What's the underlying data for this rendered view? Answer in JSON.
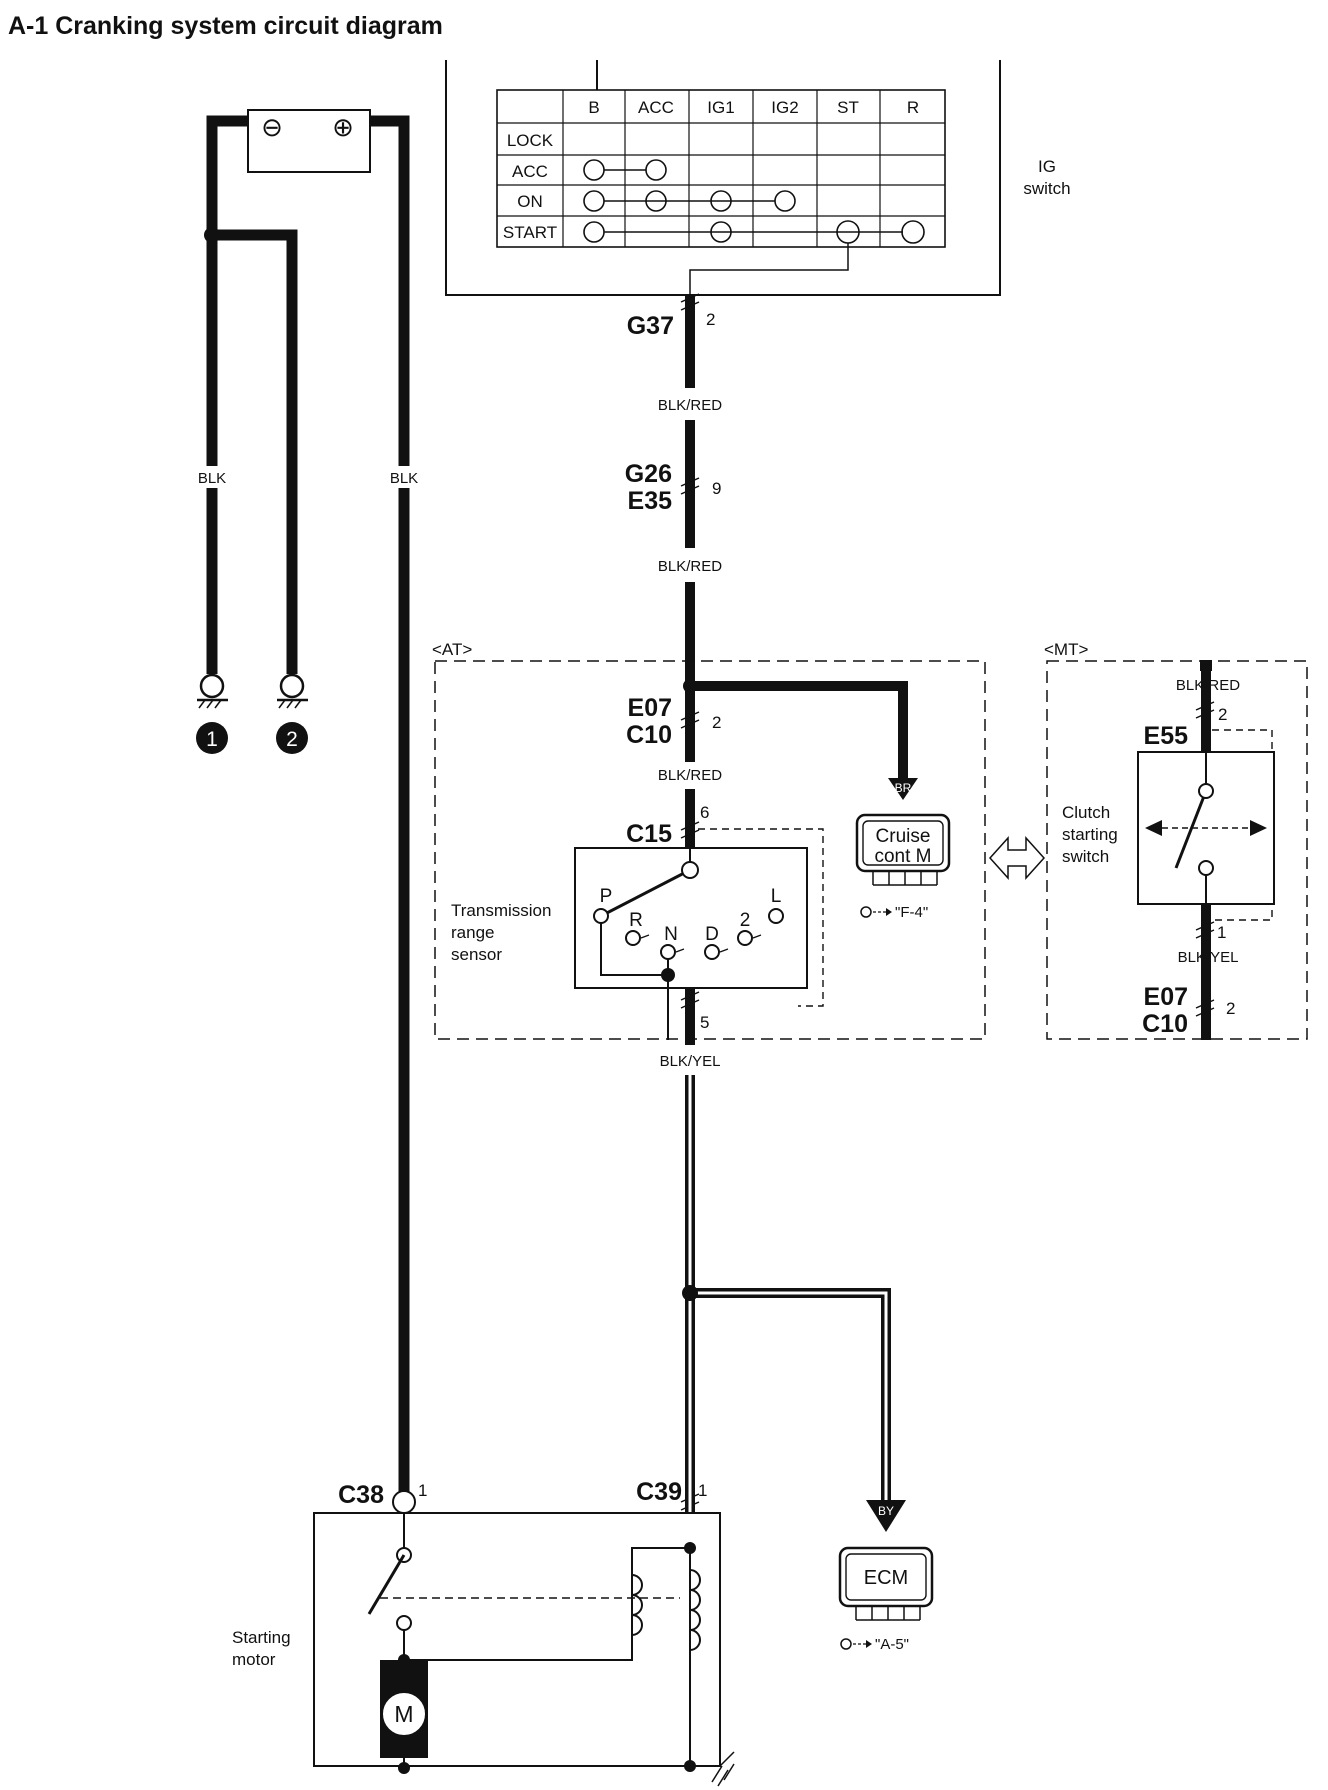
{
  "title": "A-1 Cranking system circuit diagram",
  "ig_switch": {
    "label": [
      "IG",
      "switch"
    ],
    "columns": [
      "B",
      "ACC",
      "IG1",
      "IG2",
      "ST",
      "R"
    ],
    "rows": [
      "LOCK",
      "ACC",
      "ON",
      "START"
    ]
  },
  "connectors": {
    "g37": "G37",
    "g26": "G26",
    "e35": "E35",
    "e07": "E07",
    "c10": "C10",
    "c15": "C15",
    "e55": "E55",
    "e07_mt": "E07",
    "c10_mt": "C10",
    "c38": "C38",
    "c39": "C39"
  },
  "pins": {
    "g37": "2",
    "g26": "9",
    "e07": "2",
    "c15_top": "6",
    "c15_bottom": "5",
    "e55_top": "2",
    "e55_bottom": "1",
    "e07_mt": "2",
    "c38": "1",
    "c39": "1"
  },
  "wires": {
    "blk_left": "BLK",
    "blk_right": "BLK",
    "blk_red_1": "BLK/RED",
    "blk_red_2": "BLK/RED",
    "blk_red_3": "BLK/RED",
    "blk_red_mt": "BLK/RED",
    "blk_yel_mt": "BLK/YEL",
    "blk_yel": "BLK/YEL",
    "br": "BR",
    "by": "BY"
  },
  "groups": {
    "at": "<AT>",
    "mt": "<MT>"
  },
  "components": {
    "transmission_range_sensor": [
      "Transmission",
      "range",
      "sensor"
    ],
    "clutch_starting_switch": [
      "Clutch",
      "starting",
      "switch"
    ],
    "cruise": [
      "Cruise",
      "cont M"
    ],
    "cruise_ref": "\"F-4\"",
    "ecm": "ECM",
    "ecm_ref": "\"A-5\"",
    "starting_motor": [
      "Starting",
      "motor"
    ],
    "motor_symbol": "M",
    "range_positions": [
      "P",
      "R",
      "N",
      "D",
      "2",
      "L"
    ]
  },
  "grounds": [
    "1",
    "2"
  ],
  "battery": {
    "minus": "⊖",
    "plus": "⊕"
  }
}
